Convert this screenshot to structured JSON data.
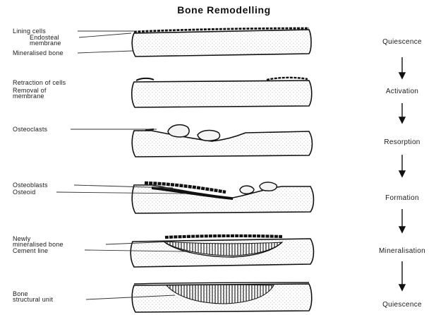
{
  "title": "Bone Remodelling",
  "labels": {
    "lining_cells": "Lining cells",
    "endosteal_membrane_1": "Endosteal",
    "endosteal_membrane_2": "membrane",
    "mineralised_bone": "Mineralised bone",
    "retraction_of_cells": "Retraction of cells",
    "removal_of_membrane_1": "Removal of",
    "removal_of_membrane_2": "membrane",
    "osteoclasts": "Osteoclasts",
    "osteoblasts": "Osteoblasts",
    "osteoid": "Osteoid",
    "newly_mineralised_bone_1": "Newly",
    "newly_mineralised_bone_2": "mineralised bone",
    "cement_line": "Cement line",
    "bone_structural_unit_1": "Bone",
    "bone_structural_unit_2": "structural unit"
  },
  "stages": [
    "Quiescence",
    "Activation",
    "Resorption",
    "Formation",
    "Mineralisation",
    "Quiescence"
  ]
}
